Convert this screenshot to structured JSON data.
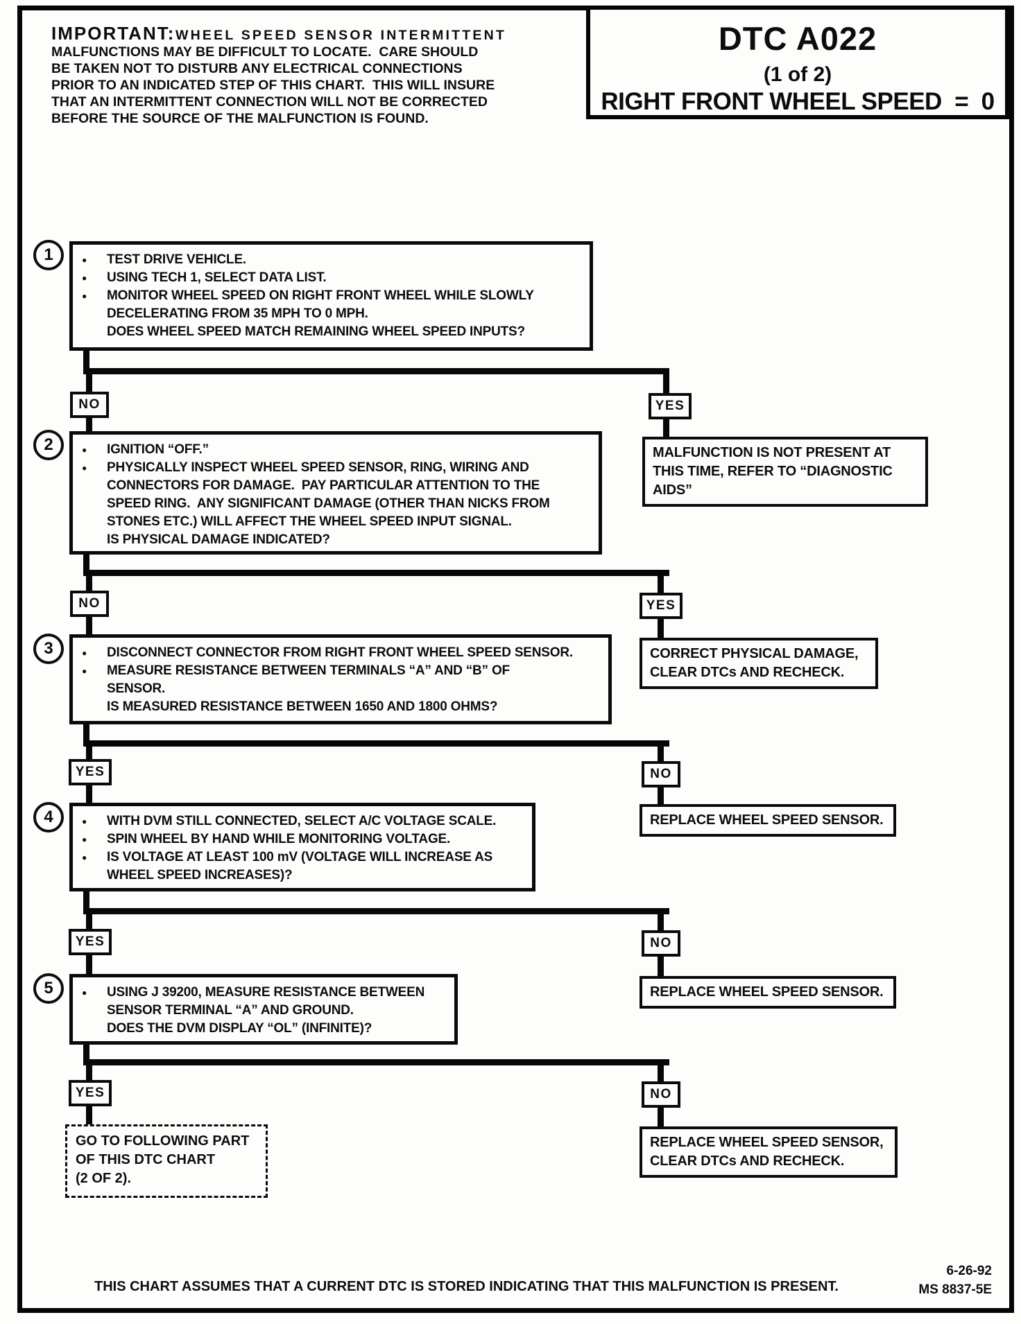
{
  "title": {
    "dtc": "DTC A022",
    "page": "(1 of 2)",
    "subtitle": "RIGHT FRONT WHEEL SPEED  =  0"
  },
  "important": {
    "label": "IMPORTANT:",
    "line1_rest": "WHEEL SPEED SENSOR INTERMITTENT",
    "lines": [
      "MALFUNCTIONS MAY BE DIFFICULT TO LOCATE.  CARE SHOULD",
      "BE TAKEN NOT TO DISTURB ANY ELECTRICAL CONNECTIONS",
      "PRIOR TO AN INDICATED STEP OF THIS CHART.  THIS WILL INSURE",
      "THAT AN INTERMITTENT CONNECTION WILL NOT BE CORRECTED",
      "BEFORE THE SOURCE OF THE MALFUNCTION IS FOUND."
    ]
  },
  "steps": [
    {
      "num": "1",
      "lines": [
        "TEST DRIVE VEHICLE.",
        "USING TECH 1, SELECT DATA LIST.",
        "MONITOR WHEEL SPEED ON RIGHT FRONT WHEEL WHILE SLOWLY",
        "DECELERATING FROM 35 MPH TO 0 MPH.",
        "DOES WHEEL SPEED MATCH REMAINING WHEEL SPEED INPUTS?"
      ]
    },
    {
      "num": "2",
      "lines": [
        "IGNITION “OFF.”",
        "PHYSICALLY INSPECT WHEEL SPEED SENSOR, RING, WIRING AND",
        "CONNECTORS FOR DAMAGE.  PAY PARTICULAR ATTENTION TO THE",
        "SPEED RING.  ANY SIGNIFICANT DAMAGE (OTHER THAN NICKS FROM",
        "STONES ETC.) WILL AFFECT THE WHEEL SPEED INPUT SIGNAL.",
        "IS PHYSICAL DAMAGE INDICATED?"
      ]
    },
    {
      "num": "3",
      "lines": [
        "DISCONNECT CONNECTOR FROM RIGHT FRONT WHEEL SPEED SENSOR.",
        "MEASURE RESISTANCE BETWEEN TERMINALS “A” AND “B” OF",
        "SENSOR.",
        "IS MEASURED RESISTANCE BETWEEN 1650 AND 1800 OHMS?"
      ]
    },
    {
      "num": "4",
      "lines": [
        "WITH DVM STILL CONNECTED, SELECT A/C VOLTAGE SCALE.",
        "SPIN WHEEL BY HAND WHILE MONITORING VOLTAGE.",
        "IS VOLTAGE AT LEAST 100 mV (VOLTAGE WILL INCREASE AS",
        "WHEEL SPEED INCREASES)?"
      ]
    },
    {
      "num": "5",
      "lines": [
        "USING J 39200, MEASURE RESISTANCE BETWEEN",
        "SENSOR TERMINAL “A” AND GROUND.",
        "DOES THE DVM DISPLAY “OL” (INFINITE)?"
      ]
    }
  ],
  "labels": {
    "rows": [
      {
        "left": "NO",
        "right": "YES"
      },
      {
        "left": "NO",
        "right": "YES"
      },
      {
        "left": "YES",
        "right": "NO"
      },
      {
        "left": "YES",
        "right": "NO"
      },
      {
        "left": "YES",
        "right": "NO"
      }
    ]
  },
  "actions": {
    "malfunction_lines": [
      "MALFUNCTION IS NOT PRESENT AT",
      "THIS TIME, REFER TO “DIAGNOSTIC",
      "AIDS”"
    ],
    "correct_lines": [
      "CORRECT PHYSICAL DAMAGE,",
      "CLEAR DTCs AND RECHECK."
    ],
    "replace": "REPLACE WHEEL SPEED SENSOR.",
    "replace_clear_lines": [
      "REPLACE WHEEL SPEED SENSOR,",
      "CLEAR DTCs AND RECHECK."
    ],
    "goto_lines": [
      "GO TO FOLLOWING PART",
      "OF THIS DTC CHART",
      "(2 OF 2)."
    ]
  },
  "footer": {
    "note": "THIS CHART ASSUMES THAT A CURRENT DTC IS STORED INDICATING THAT THIS MALFUNCTION IS PRESENT.",
    "date": "6-26-92",
    "doc_id": "MS 8837-5E"
  },
  "colors": {
    "ink": "#0c0c0c",
    "paper": "#fdfdfc"
  }
}
